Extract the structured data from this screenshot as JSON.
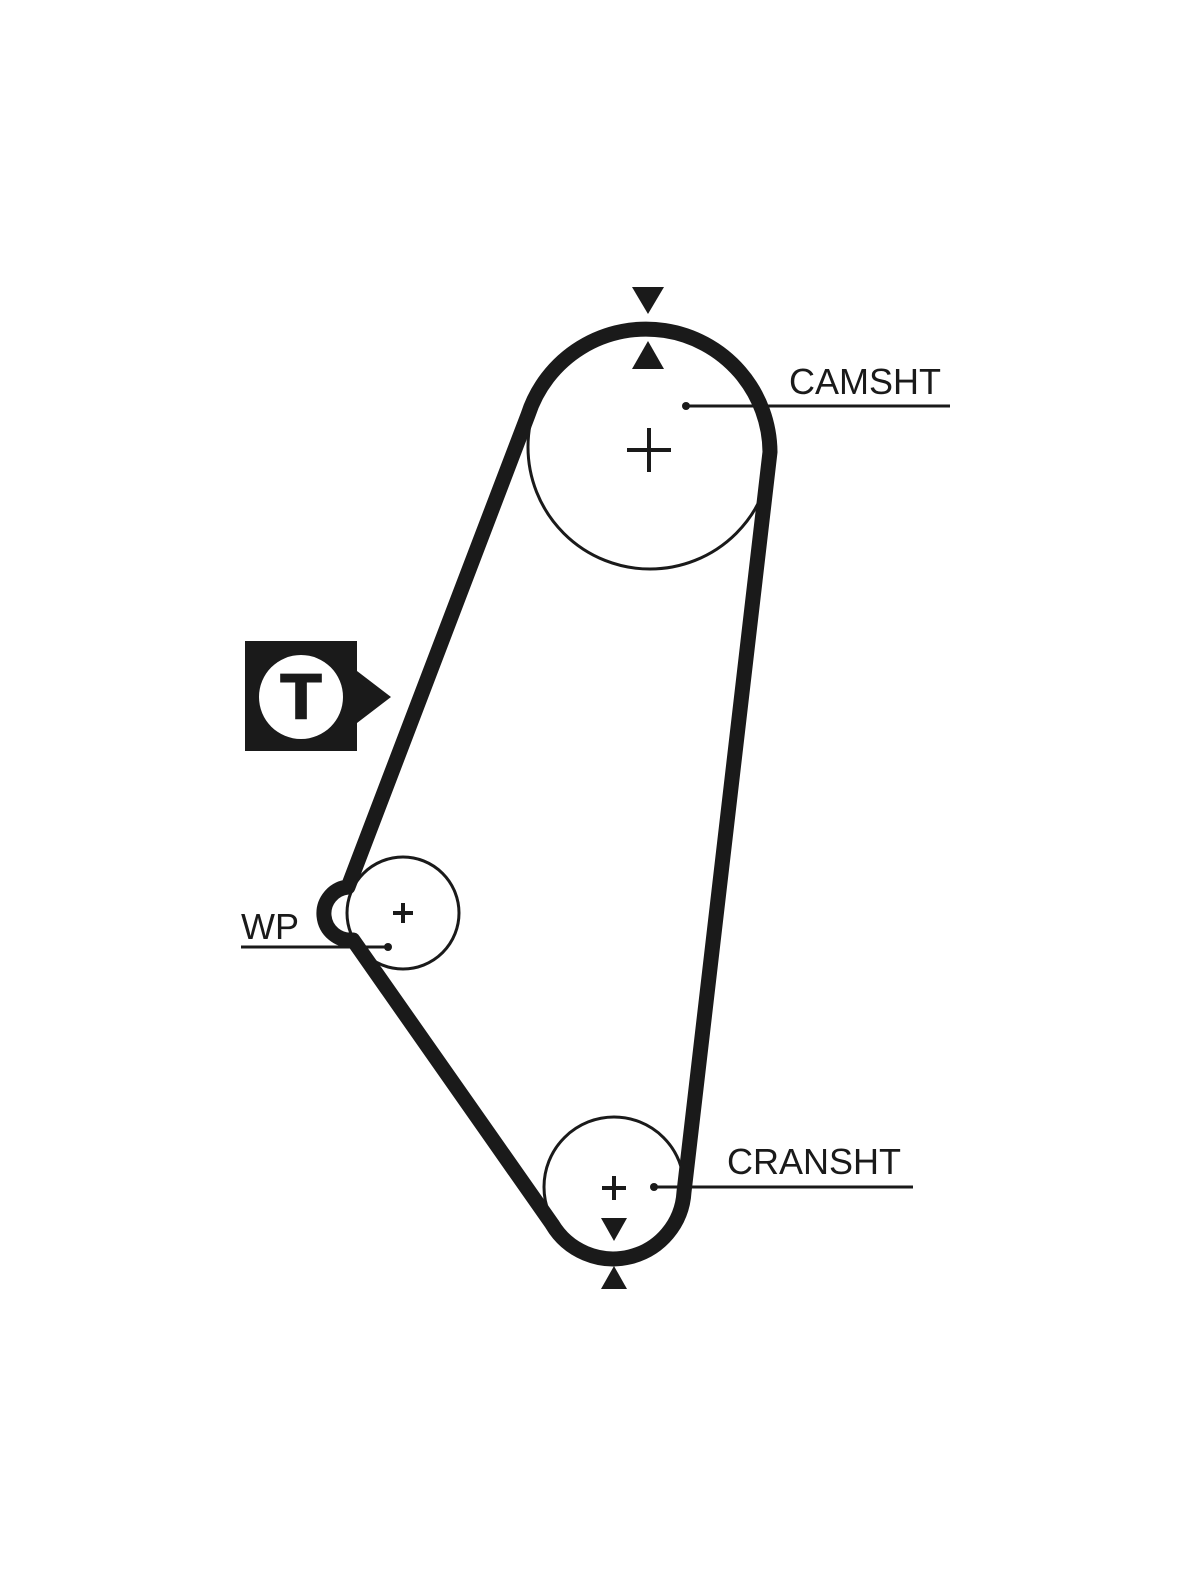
{
  "colors": {
    "ink": "#1a1a1a",
    "background": "#ffffff"
  },
  "labels": {
    "camshaft": "CAMSHT",
    "water_pump": "WP",
    "crankshaft": "CRANSHT",
    "tensioner": "T"
  },
  "icons": {
    "pulley_center": "plus-icon",
    "timing_mark": "triangle-icon",
    "tensioner": "tensioner-t-icon"
  }
}
